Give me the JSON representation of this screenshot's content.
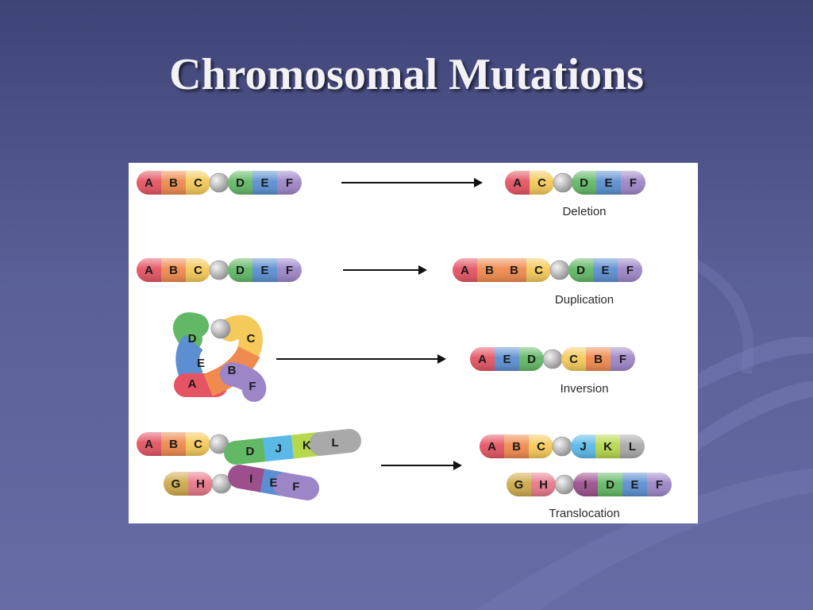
{
  "slide": {
    "title": "Chromosomal Mutations"
  },
  "colors": {
    "A": "#e45463",
    "B": "#f08a4e",
    "C": "#f5c95a",
    "D": "#62b865",
    "E": "#5b8fd1",
    "F": "#9d86c7",
    "G": "#cfaa4c",
    "H": "#e8788a",
    "I": "#9c4f8c",
    "J": "#5bb9e8",
    "K": "#b6d84c",
    "L": "#a9a9a9",
    "centromere": "#b7b7b7"
  },
  "rows": [
    {
      "caption": "Deletion",
      "before": [
        "A",
        "B",
        "C",
        "o",
        "D",
        "E",
        "F"
      ],
      "after": [
        "A",
        "C",
        "o",
        "D",
        "E",
        "F"
      ]
    },
    {
      "caption": "Duplication",
      "before": [
        "A",
        "B",
        "C",
        "o",
        "D",
        "E",
        "F"
      ],
      "after": [
        "A",
        "B",
        "B",
        "C",
        "o",
        "D",
        "E",
        "F"
      ]
    },
    {
      "caption": "Inversion",
      "before_loop": [
        "D",
        "C",
        "E",
        "B",
        "A",
        "F"
      ],
      "after": [
        "A",
        "E",
        "D",
        "o",
        "C",
        "B",
        "F"
      ]
    },
    {
      "caption": "Translocation",
      "before_top": [
        "A",
        "B",
        "C",
        "o"
      ],
      "before_bottom": [
        "G",
        "H",
        "o"
      ],
      "cross_top": [
        "D",
        "J",
        "K",
        "L"
      ],
      "cross_bottom": [
        "I",
        "E",
        "F"
      ],
      "after_top": [
        "A",
        "B",
        "C",
        "o",
        "J",
        "K",
        "L"
      ],
      "after_bottom": [
        "G",
        "H",
        "o",
        "I",
        "D",
        "E",
        "F"
      ]
    }
  ]
}
